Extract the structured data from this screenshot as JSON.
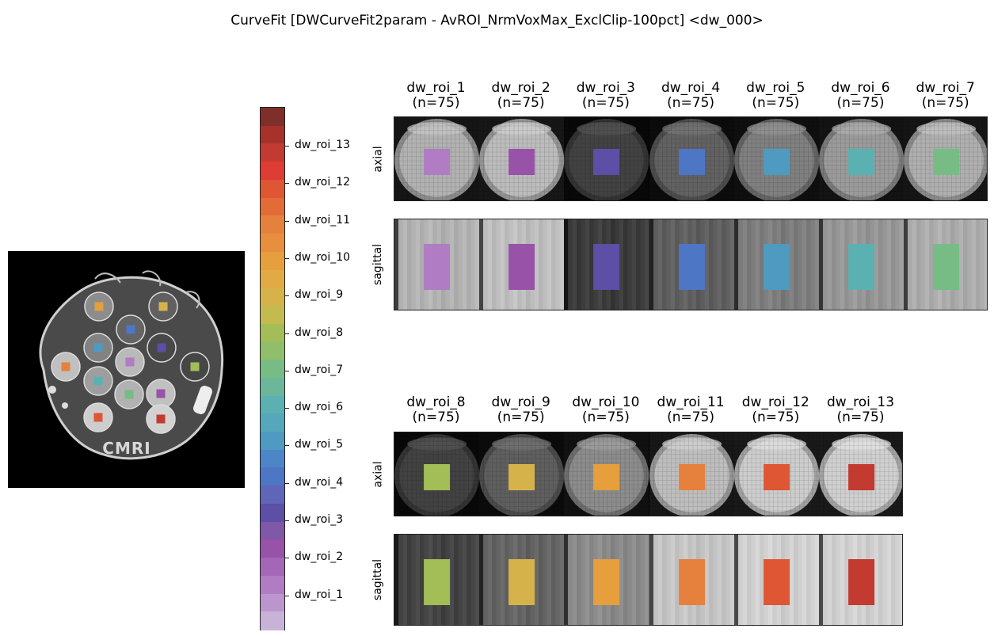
{
  "title": "CurveFit [DWCurveFit2param - AvROI_NrmVoxMax_ExclClip-100pct] <dw_000>",
  "overview": {
    "phantom_text": "CMRI"
  },
  "row_labels": {
    "axial": "axial",
    "sagittal": "sagittal"
  },
  "rois": [
    {
      "name": "dw_roi_1",
      "count": "(n=75)",
      "color": "#b07cc3",
      "axial_gray": 178,
      "sag_gray": 178,
      "sag_stripe": 70
    },
    {
      "name": "dw_roi_2",
      "count": "(n=75)",
      "color": "#9852a8",
      "axial_gray": 188,
      "sag_gray": 190,
      "sag_stripe": 70
    },
    {
      "name": "dw_roi_3",
      "count": "(n=75)",
      "color": "#5d4ea6",
      "axial_gray": 66,
      "sag_gray": 60,
      "sag_stripe": 60
    },
    {
      "name": "dw_roi_4",
      "count": "(n=75)",
      "color": "#4d76c5",
      "axial_gray": 98,
      "sag_gray": 95,
      "sag_stripe": 60
    },
    {
      "name": "dw_roi_5",
      "count": "(n=75)",
      "color": "#4e9ac1",
      "axial_gray": 128,
      "sag_gray": 125,
      "sag_stripe": 60
    },
    {
      "name": "dw_roi_6",
      "count": "(n=75)",
      "color": "#5bb1b1",
      "axial_gray": 155,
      "sag_gray": 150,
      "sag_stripe": 60
    },
    {
      "name": "dw_roi_7",
      "count": "(n=75)",
      "color": "#77bc84",
      "axial_gray": 175,
      "sag_gray": 172,
      "sag_stripe": 60
    },
    {
      "name": "dw_roi_8",
      "count": "(n=75)",
      "color": "#a3bd57",
      "axial_gray": 66,
      "sag_gray": 68,
      "sag_stripe": 60
    },
    {
      "name": "dw_roi_9",
      "count": "(n=75)",
      "color": "#d6b34a",
      "axial_gray": 95,
      "sag_gray": 100,
      "sag_stripe": 60
    },
    {
      "name": "dw_roi_10",
      "count": "(n=75)",
      "color": "#e59f3c",
      "axial_gray": 140,
      "sag_gray": 138,
      "sag_stripe": 60
    },
    {
      "name": "dw_roi_11",
      "count": "(n=75)",
      "color": "#e6813d",
      "axial_gray": 190,
      "sag_gray": 196,
      "sag_stripe": 60
    },
    {
      "name": "dw_roi_12",
      "count": "(n=75)",
      "color": "#de5634",
      "axial_gray": 205,
      "sag_gray": 208,
      "sag_stripe": 60
    },
    {
      "name": "dw_roi_13",
      "count": "(n=75)",
      "color": "#c23a30",
      "axial_gray": 208,
      "sag_gray": 208,
      "sag_stripe": 60
    }
  ],
  "colorbar": {
    "colors": [
      "#c9b2d8",
      "#bb96cc",
      "#b07cc3",
      "#a467b7",
      "#9852a8",
      "#7f58a8",
      "#5d4ea6",
      "#5f65b7",
      "#4d76c5",
      "#4d86c6",
      "#4e9ac1",
      "#55a7bb",
      "#5bb1b1",
      "#6cb79a",
      "#77bc84",
      "#90be6b",
      "#a3bd57",
      "#c3bb50",
      "#d6b34a",
      "#e2aa45",
      "#e59f3c",
      "#e78e3f",
      "#e6813d",
      "#e36b38",
      "#de5634",
      "#df3c33",
      "#c23a30",
      "#a7312b",
      "#7e2f2a"
    ],
    "labels": [
      "dw_roi_13",
      "dw_roi_12",
      "dw_roi_11",
      "dw_roi_10",
      "dw_roi_9",
      "dw_roi_8",
      "dw_roi_7",
      "dw_roi_6",
      "dw_roi_5",
      "dw_roi_4",
      "dw_roi_3",
      "dw_roi_2",
      "dw_roi_1"
    ]
  }
}
